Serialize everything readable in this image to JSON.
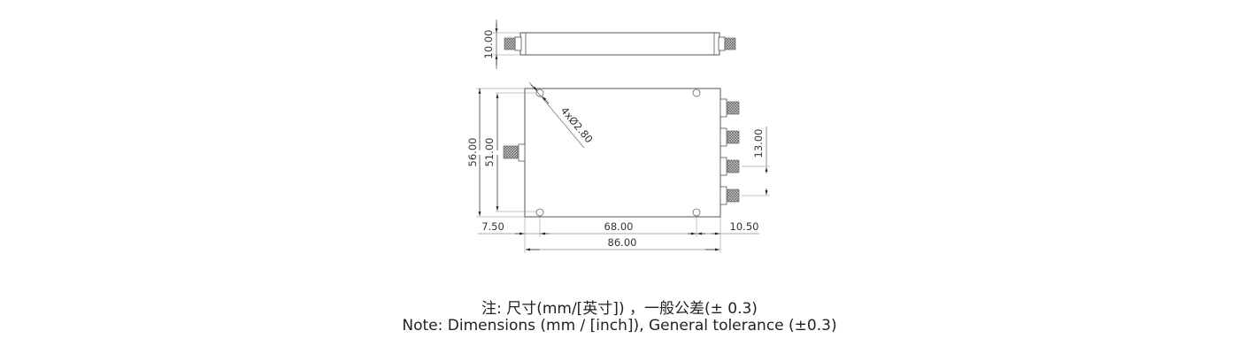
{
  "drawing": {
    "top_view": {
      "height_dim": "10.00"
    },
    "front_view": {
      "overall_height_dim": "56.00",
      "hole_spacing_height_dim": "51.00",
      "hole_callout": "4xØ2.80",
      "port_pitch_dim": "13.00",
      "left_offset_dim": "7.50",
      "hole_spacing_width_dim": "68.00",
      "overall_width_dim": "86.00",
      "right_offset_dim": "10.50",
      "input_ports": 1,
      "output_ports": 4
    },
    "colors": {
      "line": "#555555",
      "text": "#333333",
      "connector": "#777777"
    }
  },
  "notes": {
    "chinese": "注: 尺寸(mm/[英寸]) ，一般公差(± 0.3)",
    "english": "Note: Dimensions (mm / [inch]), General tolerance (±0.3)"
  }
}
